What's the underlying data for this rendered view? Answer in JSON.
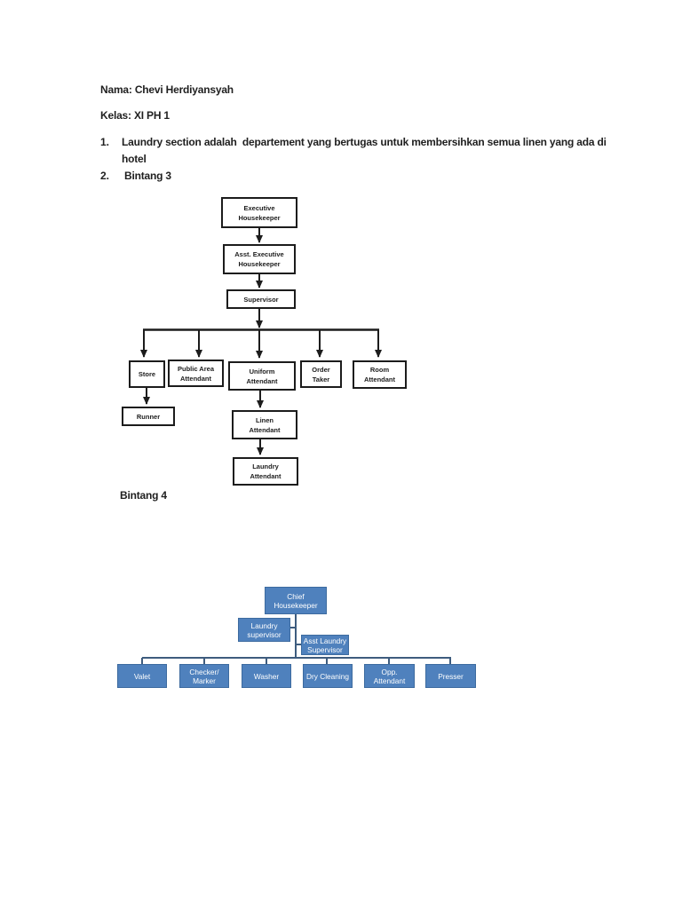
{
  "document": {
    "name_line": "Nama: Chevi Herdiyansyah",
    "class_line": "Kelas: XI PH 1",
    "list_items": [
      {
        "number": "1.",
        "text": "Laundry section adalah  departement yang bertugas untuk membersihkan semua linen yang ada di hotel"
      },
      {
        "number": "2.",
        "text": "Bintang 3"
      }
    ],
    "bintang4_label": "Bintang 4"
  },
  "org_chart_bintang3": {
    "nodes": {
      "executive_housekeeper": {
        "label": "Executive\nHousekeeper"
      },
      "asst_executive_housekeeper": {
        "label": "Asst. Executive\nHousekeeper"
      },
      "supervisor": {
        "label": "Supervisor"
      },
      "store": {
        "label": "Store"
      },
      "public_area_attendant": {
        "label": "Public Area\nAttendant"
      },
      "uniform_attendant": {
        "label": "Uniform\nAttendant"
      },
      "order_taker": {
        "label": "Order\nTaker"
      },
      "room_attendant": {
        "label": "Room\nAttendant"
      },
      "runner": {
        "label": "Runner"
      },
      "linen_attendant": {
        "label": "Linen\nAttendant"
      },
      "laundry_attendant": {
        "label": "Laundry\nAttendant"
      }
    }
  },
  "org_chart_bintang4": {
    "nodes": {
      "chief_housekeeper": {
        "label": "Chief\nHousekeeper"
      },
      "laundry_supervisor": {
        "label": "Laundry\nsupervisor"
      },
      "asst_laundry_supervisor": {
        "label": "Asst Laundry\nSupervisor"
      },
      "valet": {
        "label": "Valet"
      },
      "checker_marker": {
        "label": "Checker/\nMarker"
      },
      "washer": {
        "label": "Washer"
      },
      "dry_cleaning": {
        "label": "Dry Cleaning"
      },
      "opp_attendant": {
        "label": "Opp.\nAttendant"
      },
      "presser": {
        "label": "Presser"
      }
    }
  },
  "colors": {
    "page_background": "#FFFFFF",
    "document_text": "#1F1F1F",
    "chart1_line": "#1C1C1C",
    "chart1_box_fill": "#FFFFFF",
    "chart1_box_border": "#1C1C1C",
    "chart2_box_fill": "#4F81BD",
    "chart2_box_border": "#3D6B9F",
    "chart2_connector": "#3E5C7E",
    "chart2_text": "#FFFFFF"
  }
}
